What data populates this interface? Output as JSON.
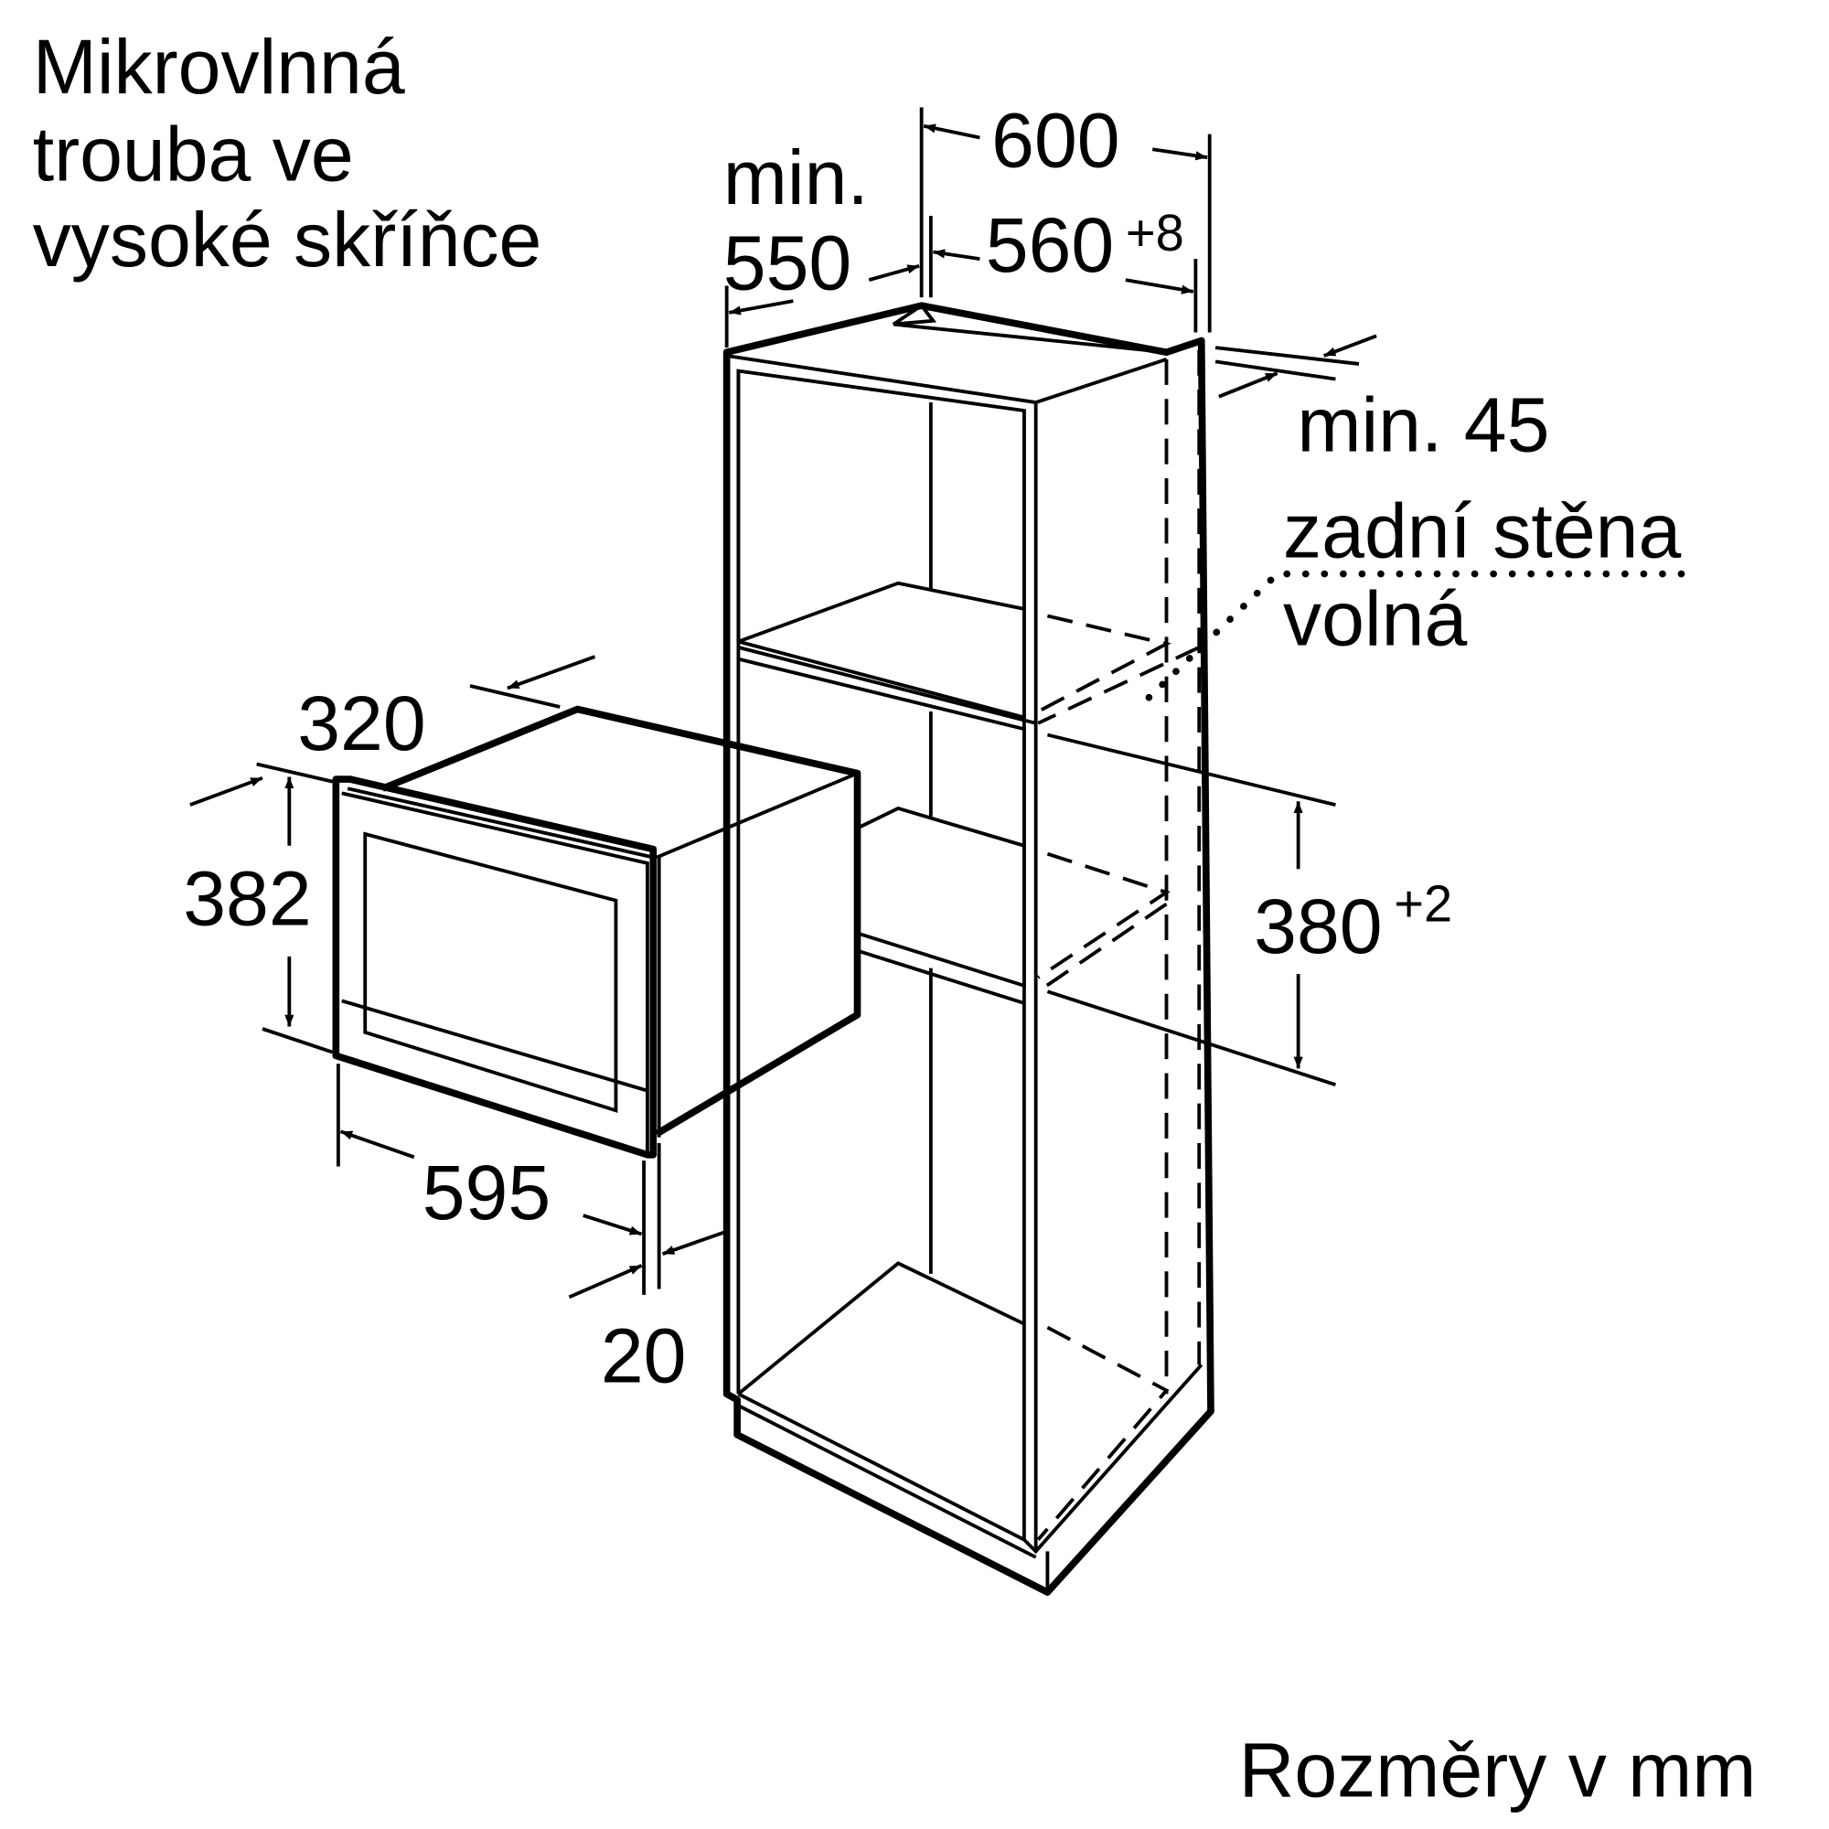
{
  "title": {
    "line1": "Mikrovlnná",
    "line2": "trouba ve",
    "line3": "vysoké skříňce"
  },
  "dimensions": {
    "min_label": "min.",
    "cabinet_depth_min": "550",
    "cabinet_width": "600",
    "niche_width": "560",
    "niche_width_tol": "+8",
    "back_gap": "min. 45",
    "back_wall_line1": "zadní stěna",
    "back_wall_line2": "volná",
    "device_depth": "320",
    "device_height": "382",
    "niche_height": "380",
    "niche_height_tol": "+2",
    "device_width": "595",
    "front_offset": "20"
  },
  "footer": {
    "units": "Rozměry v mm"
  }
}
